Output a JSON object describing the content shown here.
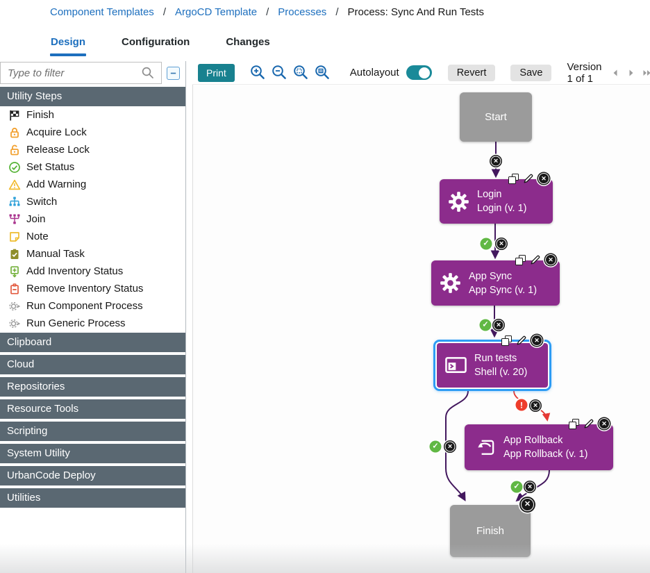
{
  "breadcrumb": {
    "separator": "/",
    "items": [
      "Component Templates",
      "ArgoCD Template",
      "Processes"
    ],
    "current": "Process: Sync And Run Tests"
  },
  "tabs": {
    "design": "Design",
    "configuration": "Configuration",
    "changes": "Changes",
    "active_tab": "Design"
  },
  "palette": {
    "filter_placeholder": "Type to filter",
    "group_header": "Utility Steps",
    "items": [
      {
        "label": "Finish",
        "icon": "finish-flag-icon"
      },
      {
        "label": "Acquire Lock",
        "icon": "lock-closed-icon"
      },
      {
        "label": "Release Lock",
        "icon": "lock-open-icon"
      },
      {
        "label": "Set Status",
        "icon": "status-check-icon"
      },
      {
        "label": "Add Warning",
        "icon": "warning-triangle-icon"
      },
      {
        "label": "Switch",
        "icon": "switch-branch-icon"
      },
      {
        "label": "Join",
        "icon": "join-icon"
      },
      {
        "label": "Note",
        "icon": "note-icon"
      },
      {
        "label": "Manual Task",
        "icon": "manual-task-icon"
      },
      {
        "label": "Add Inventory Status",
        "icon": "add-inventory-icon"
      },
      {
        "label": "Remove Inventory Status",
        "icon": "remove-inventory-icon"
      },
      {
        "label": "Run Component Process",
        "icon": "run-process-icon"
      },
      {
        "label": "Run Generic Process",
        "icon": "run-process-icon"
      }
    ],
    "categories": [
      "Clipboard",
      "Cloud",
      "Repositories",
      "Resource Tools",
      "Scripting",
      "System Utility",
      "UrbanCode Deploy",
      "Utilities"
    ]
  },
  "toolbar": {
    "print_label": "Print",
    "autolayout_label": "Autolayout",
    "autolayout_on": true,
    "revert_label": "Revert",
    "save_label": "Save",
    "version_text": "Version 1 of 1"
  },
  "canvas": {
    "nodes": {
      "start": {
        "label": "Start"
      },
      "login": {
        "name": "Login",
        "subtitle": "Login (v. 1)"
      },
      "app_sync": {
        "name": "App Sync",
        "subtitle": "App Sync (v. 1)"
      },
      "run_tests": {
        "name": "Run tests",
        "subtitle": "Shell (v. 20)",
        "selected": true
      },
      "app_rollback": {
        "name": "App Rollback",
        "subtitle": "App Rollback (v. 1)"
      },
      "finish": {
        "label": "Finish"
      }
    },
    "edges": [
      {
        "from": "start",
        "to": "login",
        "condition": "always"
      },
      {
        "from": "login",
        "to": "app_sync",
        "condition": "success"
      },
      {
        "from": "app_sync",
        "to": "run_tests",
        "condition": "success"
      },
      {
        "from": "run_tests",
        "to": "finish",
        "condition": "success"
      },
      {
        "from": "run_tests",
        "to": "app_rollback",
        "condition": "failure"
      },
      {
        "from": "app_rollback",
        "to": "finish",
        "condition": "success"
      }
    ]
  },
  "colors": {
    "link_blue": "#1d6fbe",
    "teal": "#18818f",
    "slate": "#5a6872",
    "node_purple": "#8c2c8c",
    "node_gray": "#9b9b9b",
    "selected_blue": "#2d9cf4",
    "edge_purple": "#43185e",
    "fail_red": "#e53935",
    "success_green": "#61b844"
  }
}
